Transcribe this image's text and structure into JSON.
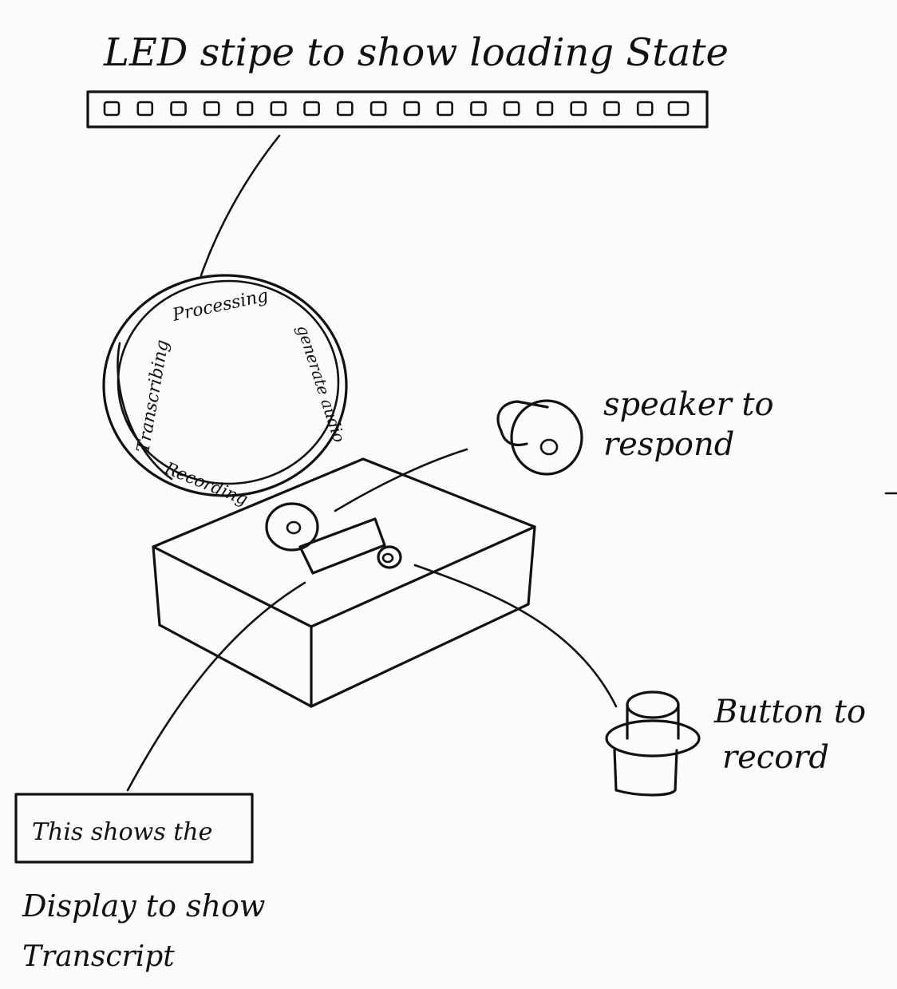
{
  "labels": {
    "led_title": "LED stipe to show loading State",
    "speaker": [
      "speaker to",
      "respond"
    ],
    "button": [
      "Button to",
      "record"
    ],
    "display_box": "This shows the",
    "display_label": [
      "Display to show",
      "Transcript"
    ]
  },
  "ring_states": [
    "Processing",
    "generate audio",
    "Recording",
    "Transcribing"
  ],
  "led_count": 18,
  "ink_color": "#111111",
  "paper_color": "#fcfcfa"
}
